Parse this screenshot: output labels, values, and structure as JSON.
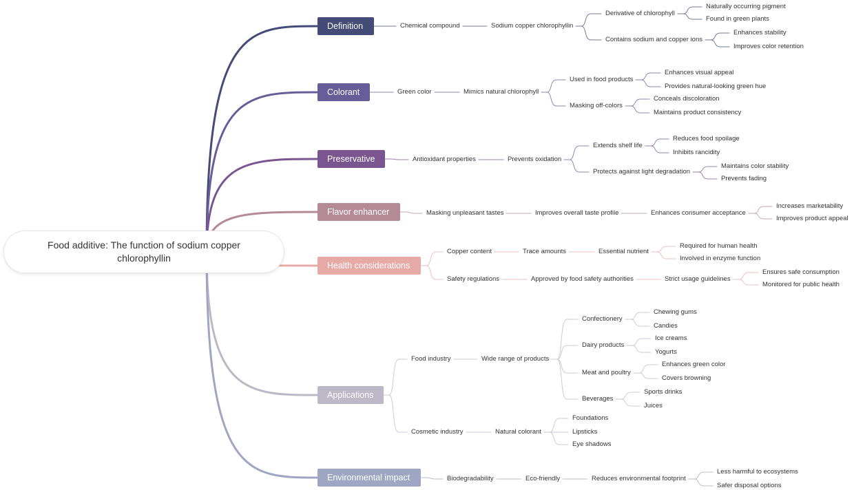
{
  "root": {
    "title": "Food additive: The function of sodium copper chlorophyllin"
  },
  "categories": [
    {
      "label": "Definition",
      "color": "#444b77"
    },
    {
      "label": "Colorant",
      "color": "#675d99"
    },
    {
      "label": "Preservative",
      "color": "#7a5590"
    },
    {
      "label": "Flavor enhancer",
      "color": "#b48a95"
    },
    {
      "label": "Health considerations",
      "color": "#e8aaa6"
    },
    {
      "label": "Applications",
      "color": "#bcb8c6"
    },
    {
      "label": "Environmental impact",
      "color": "#9ea6c3"
    }
  ],
  "nodes": {
    "def_1": "Chemical compound",
    "def_2": "Sodium copper chlorophyllin",
    "def_3a": "Derivative of chlorophyll",
    "def_3a_1": "Naturally occurring pigment",
    "def_3a_2": "Found in green plants",
    "def_3b": "Contains sodium and copper ions",
    "def_3b_1": "Enhances stability",
    "def_3b_2": "Improves color retention",
    "col_1": "Green color",
    "col_2": "Mimics natural chlorophyll",
    "col_3a": "Used in food products",
    "col_3a_1": "Enhances visual appeal",
    "col_3a_2": "Provides natural-looking green hue",
    "col_3b": "Masking off-colors",
    "col_3b_1": "Conceals discoloration",
    "col_3b_2": "Maintains product consistency",
    "pre_1": "Antioxidant properties",
    "pre_2": "Prevents oxidation",
    "pre_3a": "Extends shelf life",
    "pre_3a_1": "Reduces food spoilage",
    "pre_3a_2": "Inhibits rancidity",
    "pre_3b": "Protects against light degradation",
    "pre_3b_1": "Maintains color stability",
    "pre_3b_2": "Prevents fading",
    "fla_1": "Masking unpleasant tastes",
    "fla_2": "Improves overall taste profile",
    "fla_3": "Enhances consumer acceptance",
    "fla_3_1": "Increases marketability",
    "fla_3_2": "Improves product appeal",
    "hea_a": "Copper content",
    "hea_a_1": "Trace amounts",
    "hea_a_2": "Essential nutrient",
    "hea_a_2a": "Required for human health",
    "hea_a_2b": "Involved in enzyme function",
    "hea_b": "Safety regulations",
    "hea_b_1": "Approved by food safety authorities",
    "hea_b_2": "Strict usage guidelines",
    "hea_b_2a": "Ensures safe consumption",
    "hea_b_2b": "Monitored for public health",
    "app_a": "Food industry",
    "app_a_1": "Wide range of products",
    "app_a_1a": "Confectionery",
    "app_a_1a_1": "Chewing gums",
    "app_a_1a_2": "Candies",
    "app_a_1b": "Dairy products",
    "app_a_1b_1": "Ice creams",
    "app_a_1b_2": "Yogurts",
    "app_a_1c": "Meat and poultry",
    "app_a_1c_1": "Enhances green color",
    "app_a_1c_2": "Covers browning",
    "app_a_1d": "Beverages",
    "app_a_1d_1": "Sports drinks",
    "app_a_1d_2": "Juices",
    "app_b": "Cosmetic industry",
    "app_b_1": "Natural colorant",
    "app_b_1a": "Foundations",
    "app_b_1b": "Lipsticks",
    "app_b_1c": "Eye shadows",
    "env_1": "Biodegradability",
    "env_2": "Eco-friendly",
    "env_3": "Reduces environmental footprint",
    "env_3_1": "Less harmful to ecosystems",
    "env_3_2": "Safer disposal options"
  }
}
